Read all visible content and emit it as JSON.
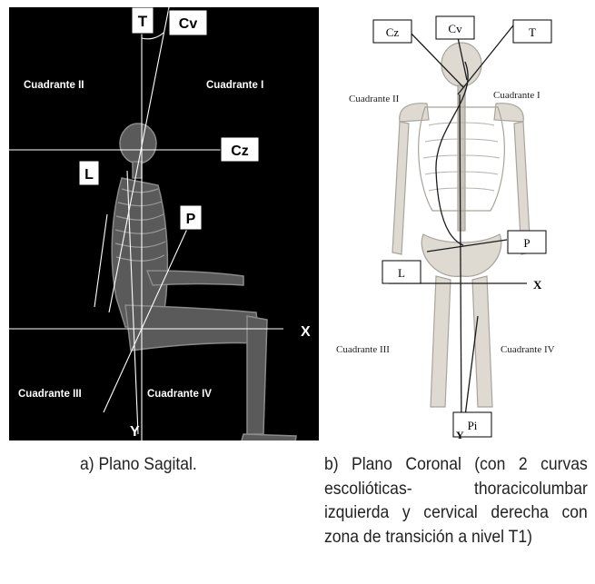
{
  "panel_a": {
    "labels": {
      "t": "T",
      "cv": "Cv",
      "cz": "Cz",
      "l": "L",
      "p": "P",
      "x": "X",
      "y": "Y"
    },
    "quadrants": {
      "q1": "Cuadrante I",
      "q2": "Cuadrante II",
      "q3": "Cuadrante III",
      "q4": "Cuadrante IV"
    },
    "caption": "a) Plano Sagital."
  },
  "panel_b": {
    "labels": {
      "cz": "Cz",
      "cv": "Cv",
      "t": "T",
      "p": "P",
      "l": "L",
      "pi": "Pi",
      "x": "X",
      "y": "Y"
    },
    "quadrants": {
      "q1": "Cuadrante I",
      "q2": "Cuadrante II",
      "q3": "Cuadrante III",
      "q4": "Cuadrante IV"
    },
    "caption": "b) Plano Coronal (con 2 curvas escolióticas- thoracicolumbar izquierda y cervical derecha con zona de transición a nivel T1)"
  },
  "colors": {
    "panel_a_bg": "#000000",
    "panel_b_bg": "#ffffff",
    "bone_dark": "#6e6e6e",
    "bone_light": "#d4d0c8"
  }
}
